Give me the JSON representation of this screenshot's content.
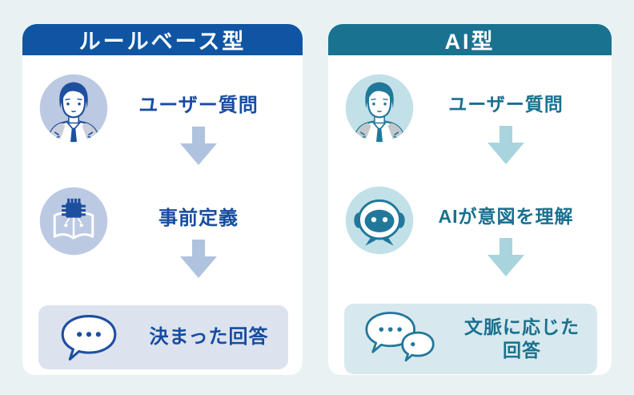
{
  "page": {
    "background": "#E9F2F2",
    "panel_background": "#FFFFFF"
  },
  "panels": [
    {
      "title": "ルールベース型",
      "theme": {
        "header_bg": "#0F55A3",
        "text_color": "#174C9F",
        "arrow_color": "#AFC3DF",
        "icon_circle_bg": "#BCC9E2",
        "icon_line": "#1D4F9F",
        "suit_gray": "#C9CEDA",
        "result_box_bg": "#DCE3EF"
      },
      "steps": [
        {
          "icon": "user-avatar-icon",
          "label": "ユーザー質問"
        },
        {
          "icon": "rulebook-chip-icon",
          "label": "事前定義"
        }
      ],
      "result": {
        "icon": "speech-bubble-icon",
        "lines": [
          "決まった回答"
        ]
      }
    },
    {
      "title": "AI型",
      "theme": {
        "header_bg": "#1A7291",
        "text_color": "#19708F",
        "arrow_color": "#A9D4DE",
        "icon_circle_bg": "#C2E0E7",
        "icon_line": "#21789B",
        "suit_gray": "#C3C8CB",
        "result_box_bg": "#D7E9EE"
      },
      "steps": [
        {
          "icon": "user-avatar-icon",
          "label": "ユーザー質問"
        },
        {
          "icon": "robot-icon",
          "label": "AIが意図を理解"
        }
      ],
      "result": {
        "icon": "speech-bubbles-icon",
        "lines": [
          "文脈に応じた",
          "回答"
        ]
      }
    }
  ]
}
